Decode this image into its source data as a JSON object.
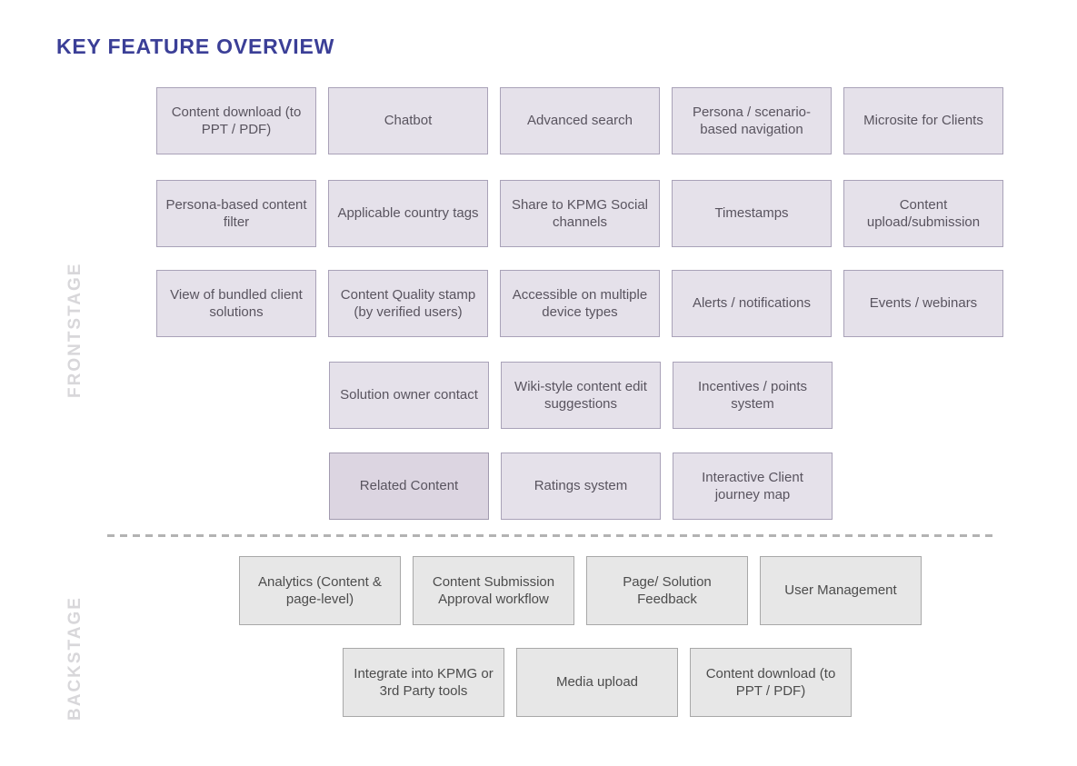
{
  "title": "KEY FEATURE OVERVIEW",
  "colors": {
    "title_text": "#3b3f97",
    "frontstage_box_fill": "#e5e1ea",
    "frontstage_box_border": "#a9a2b8",
    "frontstage_highlight_fill": "#dcd5e1",
    "backstage_box_fill": "#e7e7e7",
    "backstage_box_border": "#a8a8a8",
    "stage_label_text": "#d8d7da",
    "divider": "#b3b3b3"
  },
  "sections": {
    "frontstage": {
      "label": "FRONTSTAGE",
      "rows": [
        {
          "items": [
            "Content download (to PPT / PDF)",
            "Chatbot",
            "Advanced search",
            "Persona / scenario-based navigation",
            "Microsite for Clients"
          ]
        },
        {
          "items": [
            "Persona-based content filter",
            "Applicable country tags",
            "Share to KPMG Social channels",
            "Timestamps",
            "Content upload/submission"
          ]
        },
        {
          "items": [
            "View of bundled client solutions",
            "Content Quality stamp (by verified users)",
            "Accessible on multiple device types",
            "Alerts / notifications",
            "Events / webinars"
          ]
        },
        {
          "items": [
            "Solution owner contact",
            "Wiki-style content edit suggestions",
            "Incentives / points system"
          ]
        },
        {
          "items": [
            "Related Content",
            "Ratings system",
            "Interactive Client journey map"
          ]
        }
      ]
    },
    "backstage": {
      "label": "BACKSTAGE",
      "rows": [
        {
          "items": [
            "Analytics (Content & page-level)",
            "Content Submission Approval workflow",
            "Page/ Solution Feedback",
            "User Management"
          ]
        },
        {
          "items": [
            "Integrate into KPMG or 3rd Party tools",
            "Media upload",
            "Content download (to PPT / PDF)"
          ]
        }
      ]
    }
  }
}
